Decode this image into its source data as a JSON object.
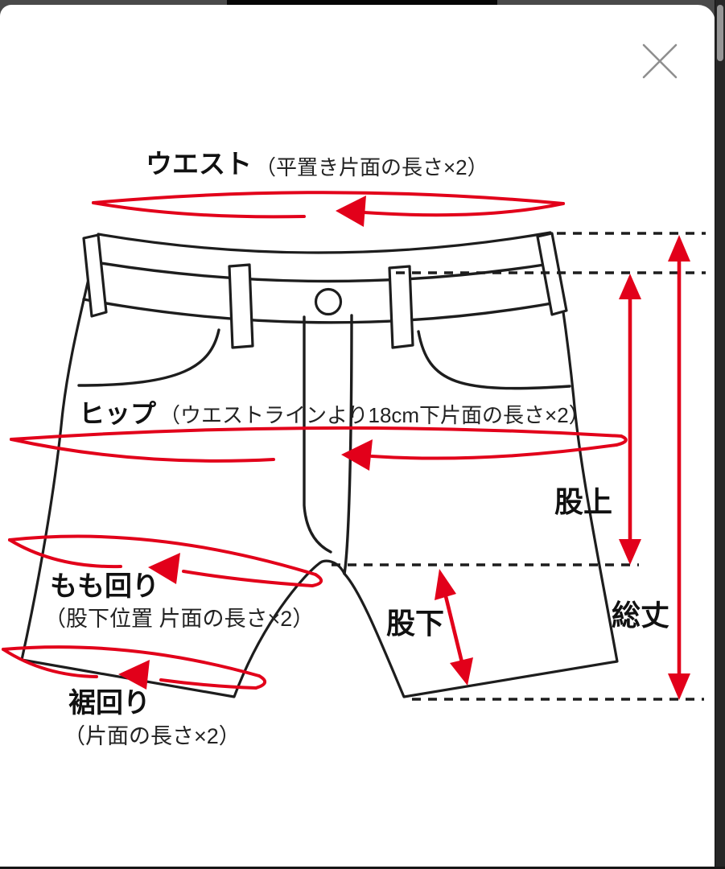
{
  "window": {
    "kind": "image-viewer-modal",
    "close_icon": "×",
    "chrome_color": "#4a4a4a"
  },
  "diagram": {
    "type": "garment-measurement-guide",
    "garment": "shorts",
    "colors": {
      "red": "#e2001a",
      "ink": "#1d1d1d",
      "card_bg": "#ffffff"
    },
    "labels": {
      "waist": {
        "name": "ウエスト",
        "note": "（平置き片面の長さ×2）"
      },
      "hip": {
        "name": "ヒップ",
        "note": "（ウエストラインより18cm下片面の長さ×2）"
      },
      "rise": {
        "name": "股上"
      },
      "thigh": {
        "name": "もも回り",
        "note": "（股下位置 片面の長さ×2）"
      },
      "inseam": {
        "name": "股下"
      },
      "total_length": {
        "name": "総丈"
      },
      "hem": {
        "name": "裾回り",
        "note": "（片面の長さ×2）"
      }
    }
  }
}
